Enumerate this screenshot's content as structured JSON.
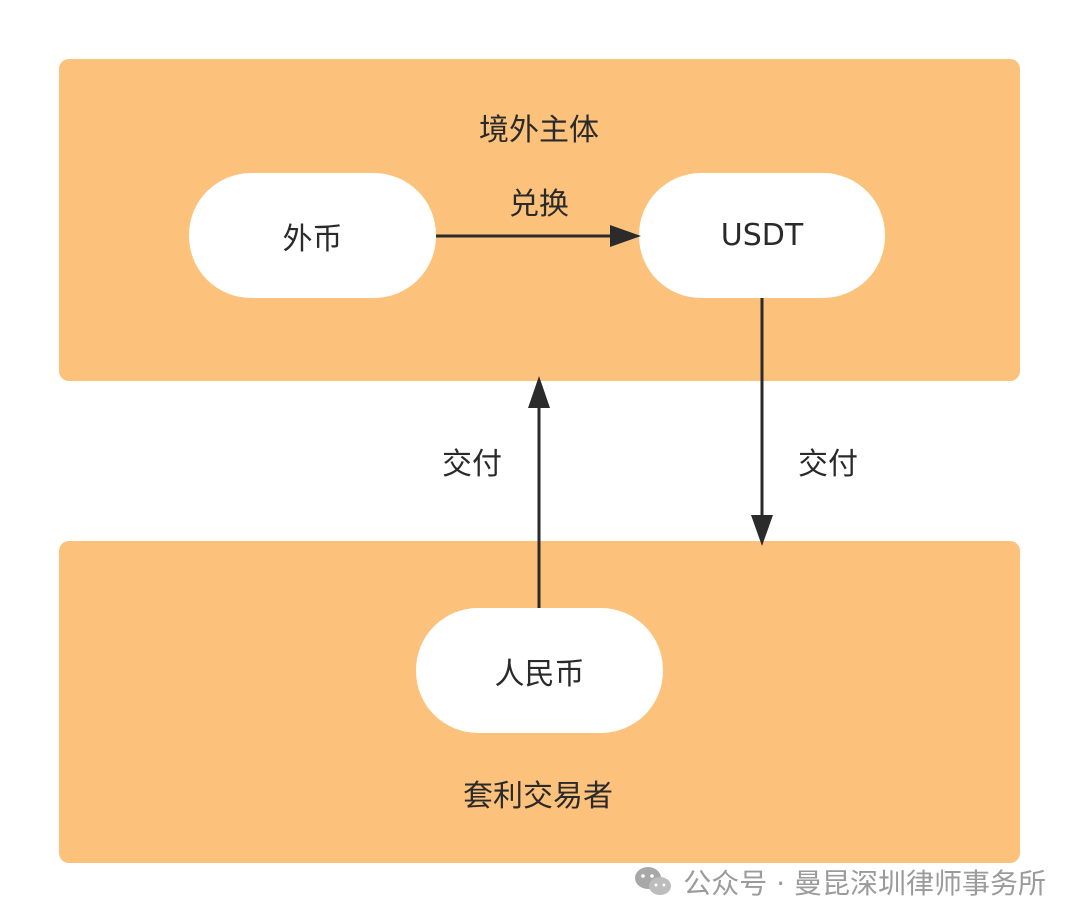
{
  "diagram": {
    "top_group_label": "境外主体",
    "bottom_group_label": "套利交易者",
    "nodes": {
      "foreign_currency": "外币",
      "usdt": "USDT",
      "rmb": "人民币"
    },
    "edges": {
      "exchange": "兑换",
      "deliver_up": "交付",
      "deliver_down": "交付"
    }
  },
  "watermark": {
    "text": "公众号 · 曼昆深圳律师事务所",
    "icon": "wechat-icon"
  },
  "colors": {
    "panel": "#fcc27c",
    "node": "#ffffff",
    "line": "#2b2b2b",
    "watermark": "#9b9b9b"
  }
}
